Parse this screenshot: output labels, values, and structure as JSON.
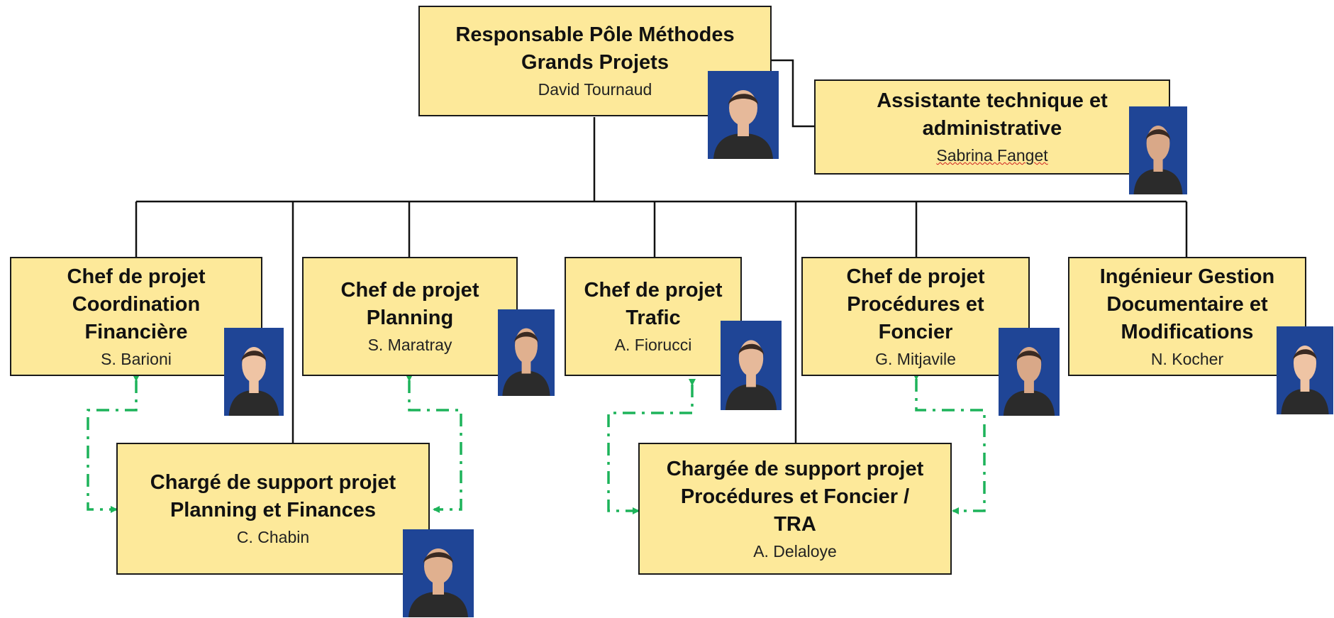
{
  "colors": {
    "box_fill": "#fde99a",
    "box_border": "#1a1a1a",
    "line": "#111111",
    "dotted_arrow": "#1db35a",
    "photo_background": "#1c3f8f"
  },
  "head": {
    "title_1": "Responsable Pôle Méthodes",
    "title_2": "Grands Projets",
    "name": "David Tournaud",
    "photo": "person-photo"
  },
  "assistant": {
    "title_1": "Assistante technique et",
    "title_2": "administrative",
    "name": "Sabrina Fanget",
    "photo": "person-photo"
  },
  "managers": [
    {
      "title_1": "Chef de projet",
      "title_2": "Coordination",
      "title_3": "Financière",
      "name": "S. Barioni",
      "photo": "person-photo"
    },
    {
      "title_1": "Chef de projet",
      "title_2": "Planning",
      "name": "S. Maratray",
      "photo": "person-photo"
    },
    {
      "title_1": "Chef de projet",
      "title_2": "Trafic",
      "name": "A. Fiorucci",
      "photo": "person-photo"
    },
    {
      "title_1": "Chef de projet",
      "title_2": "Procédures et",
      "title_3": "Foncier",
      "name": "G. Mitjavile",
      "photo": "person-photo"
    },
    {
      "title_1": "Ingénieur Gestion",
      "title_2": "Documentaire et",
      "title_3": "Modifications",
      "name": "N. Kocher",
      "photo": "person-photo"
    }
  ],
  "supports": [
    {
      "title_1": "Chargé de support projet",
      "title_2": "Planning et Finances",
      "name": "C. Chabin",
      "photo": "person-photo"
    },
    {
      "title_1": "Chargée de support projet",
      "title_2": "Procédures et Foncier /",
      "title_3": "TRA",
      "name": "A. Delaloye",
      "photo": "person-photo"
    }
  ]
}
